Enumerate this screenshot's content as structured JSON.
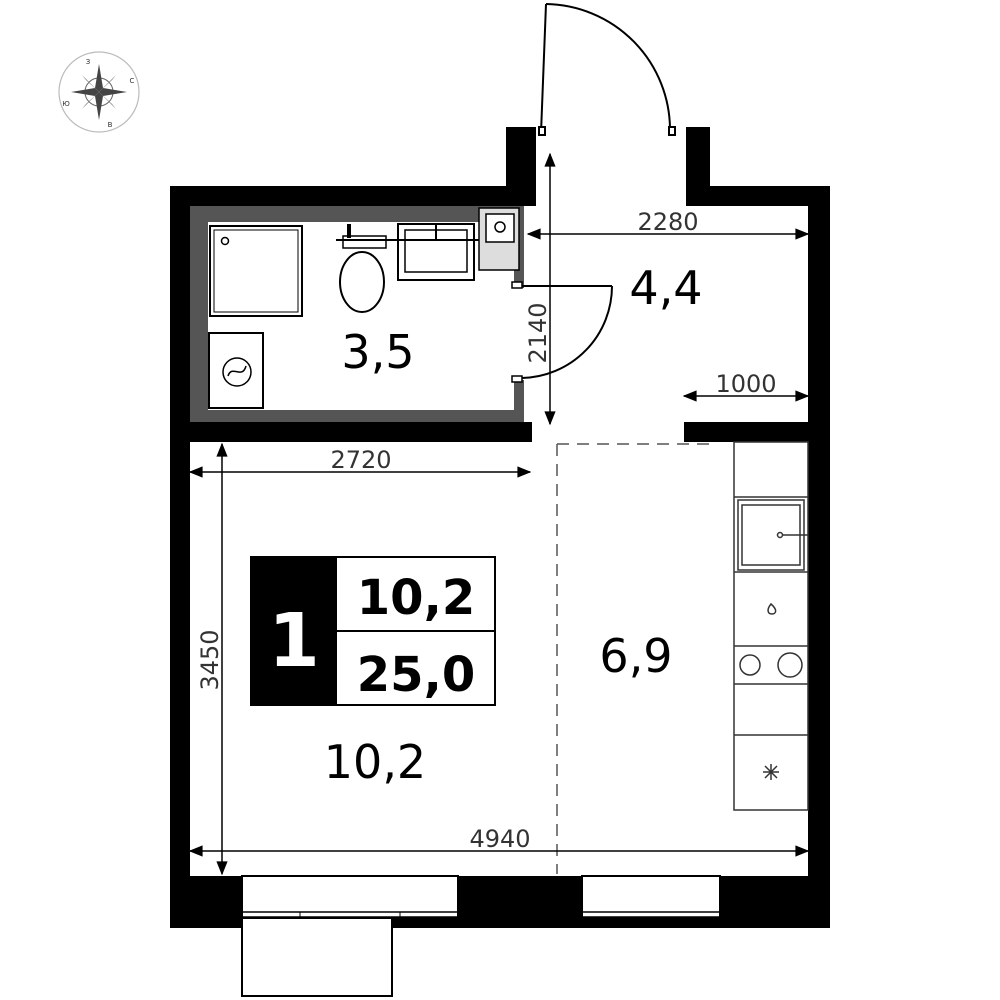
{
  "compass": {
    "letters": {
      "north": "З",
      "east": "С",
      "south": "В",
      "west": "Ю"
    }
  },
  "apartment": {
    "rooms_count": "1",
    "living_area": "10,2",
    "total_area": "25,0"
  },
  "rooms": {
    "bathroom_area": "3,5",
    "hall_area": "4,4",
    "living_room_area": "10,2",
    "kitchen_area": "6,9"
  },
  "dimensions": {
    "hall_width": "2280",
    "hall_length": "2140",
    "closet_depth": "1000",
    "room_width": "2720",
    "room_length": "3450",
    "total_width": "4940"
  }
}
